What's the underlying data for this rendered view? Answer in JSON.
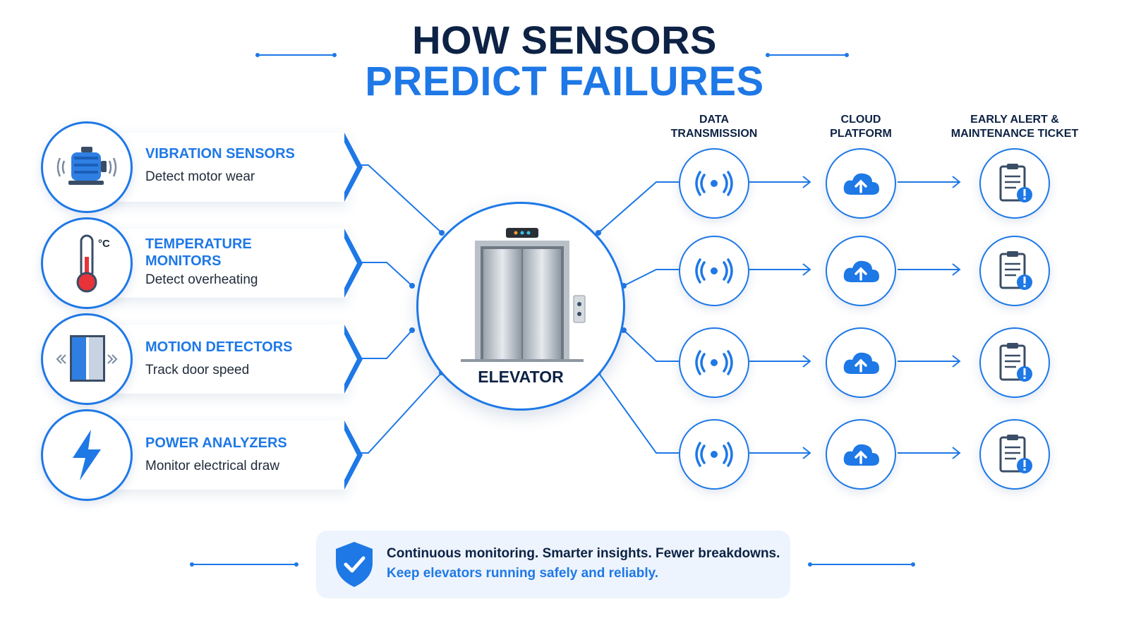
{
  "title": {
    "line1": "HOW SENSORS",
    "line2": "PREDICT FAILURES"
  },
  "sensors": [
    {
      "title": "VIBRATION SENSORS",
      "desc": "Detect motor wear",
      "icon": "motor-icon"
    },
    {
      "title_line1": "TEMPERATURE",
      "title_line2": "MONITORS",
      "desc": "Detect overheating",
      "icon": "thermometer-icon",
      "unit": "°C"
    },
    {
      "title": "MOTION DETECTORS",
      "desc": "Track door speed",
      "icon": "door-icon"
    },
    {
      "title": "POWER ANALYZERS",
      "desc": "Monitor electrical draw",
      "icon": "lightning-icon"
    }
  ],
  "hub": {
    "label": "ELEVATOR",
    "icon": "elevator-icon"
  },
  "columns": [
    {
      "line1": "DATA",
      "line2": "TRANSMISSION",
      "icon": "broadcast-icon"
    },
    {
      "line1": "CLOUD",
      "line2": "PLATFORM",
      "icon": "cloud-upload-icon"
    },
    {
      "line1": "EARLY ALERT &",
      "line2": "MAINTENANCE TICKET",
      "icon": "clipboard-alert-icon"
    }
  ],
  "footer": {
    "line1": "Continuous monitoring. Smarter insights. Fewer breakdowns.",
    "line2": "Keep elevators running safely and reliably.",
    "icon": "shield-check-icon"
  },
  "colors": {
    "accent": "#1e78e6",
    "dark": "#0d2244",
    "alert": "#1e78e6",
    "thermo": "#e8333a"
  }
}
